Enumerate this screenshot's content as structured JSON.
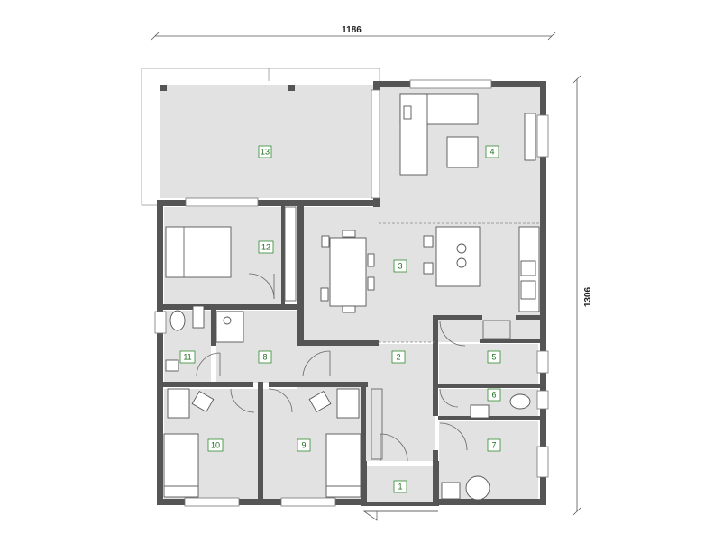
{
  "dimensions": {
    "width": "1186",
    "height": "1306"
  },
  "rooms": [
    {
      "id": "room-1",
      "label": "1"
    },
    {
      "id": "room-2",
      "label": "2"
    },
    {
      "id": "room-3",
      "label": "3"
    },
    {
      "id": "room-4",
      "label": "4"
    },
    {
      "id": "room-5",
      "label": "5"
    },
    {
      "id": "room-6",
      "label": "6"
    },
    {
      "id": "room-7",
      "label": "7"
    },
    {
      "id": "room-8",
      "label": "8"
    },
    {
      "id": "room-9",
      "label": "9"
    },
    {
      "id": "room-10",
      "label": "10"
    },
    {
      "id": "room-11",
      "label": "11"
    },
    {
      "id": "room-12",
      "label": "12"
    },
    {
      "id": "room-13",
      "label": "13"
    }
  ],
  "colors": {
    "wall": "#555555",
    "floor": "#e2e2e2",
    "label_border": "#2e8b2e",
    "label_text": "#1f6d1f"
  }
}
